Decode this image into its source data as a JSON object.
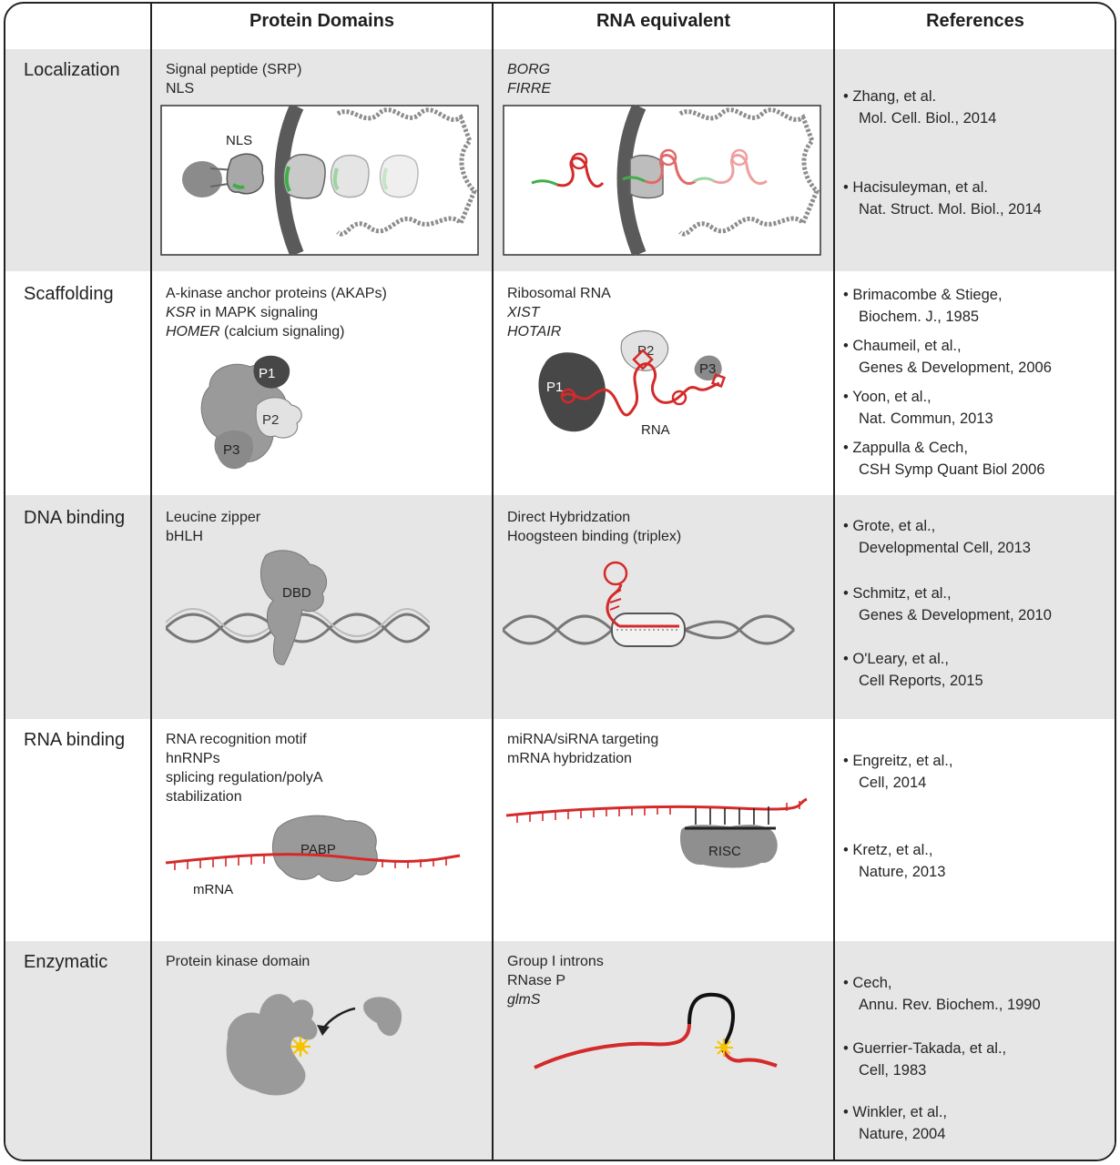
{
  "headers": {
    "protein": "Protein Domains",
    "rna": "RNA equivalent",
    "refs": "References"
  },
  "rows": [
    {
      "category": "Localization",
      "protein": [
        {
          "text": "Signal peptide (SRP)"
        },
        {
          "text": "NLS"
        }
      ],
      "rna": [
        {
          "text": "BORG",
          "italic": true
        },
        {
          "text": "FIRRE",
          "italic": true
        }
      ],
      "refs": [
        {
          "author": "Zhang, et al.",
          "source": "Mol. Cell. Biol., 2014"
        },
        {
          "author": "Hacisuleyman, et al.",
          "source": "Nat. Struct. Mol. Biol., 2014"
        }
      ],
      "labels": {
        "nls": "NLS"
      }
    },
    {
      "category": "Scaffolding",
      "protein": [
        {
          "text": "A-kinase anchor proteins (AKAPs)"
        },
        {
          "text": "KSR",
          "italic": true,
          "rest": " in MAPK signaling"
        },
        {
          "text": "HOMER",
          "italic": true,
          "rest": " (calcium signaling)"
        }
      ],
      "rna": [
        {
          "text": "Ribosomal RNA"
        },
        {
          "text": "XIST",
          "italic": true
        },
        {
          "text": "HOTAIR",
          "italic": true
        }
      ],
      "refs": [
        {
          "author": "Brimacombe & Stiege,",
          "source": "Biochem. J., 1985"
        },
        {
          "author": "Chaumeil, et al.,",
          "source": "Genes & Development, 2006"
        },
        {
          "author": "Yoon, et al.,",
          "source": "Nat. Commun, 2013"
        },
        {
          "author": "Zappulla & Cech,",
          "source": "CSH Symp Quant Biol 2006"
        }
      ],
      "labels": {
        "p1": "P1",
        "p2": "P2",
        "p3": "P3",
        "rna": "RNA"
      }
    },
    {
      "category": "DNA binding",
      "protein": [
        {
          "text": "Leucine zipper"
        },
        {
          "text": "bHLH"
        }
      ],
      "rna": [
        {
          "text": "Direct Hybridzation"
        },
        {
          "text": "Hoogsteen binding (triplex)"
        }
      ],
      "refs": [
        {
          "author": "Grote, et al.,",
          "source": "Developmental Cell, 2013"
        },
        {
          "author": "Schmitz, et al.,",
          "source": "Genes & Development, 2010"
        },
        {
          "author": "O'Leary, et al.,",
          "source": "Cell Reports, 2015"
        }
      ],
      "labels": {
        "dbd": "DBD"
      }
    },
    {
      "category": "RNA binding",
      "protein": [
        {
          "text": "RNA recognition motif"
        },
        {
          "text": "hnRNPs"
        },
        {
          "text": "splicing regulation/polyA"
        },
        {
          "text": "stabilization"
        }
      ],
      "rna": [
        {
          "text": "miRNA/siRNA targeting"
        },
        {
          "text": "mRNA hybridzation"
        }
      ],
      "refs": [
        {
          "author": "Engreitz, et al.,",
          "source": "Cell, 2014"
        },
        {
          "author": "Kretz, et al.,",
          "source": "Nature, 2013"
        }
      ],
      "labels": {
        "pabp": "PABP",
        "mrna": "mRNA",
        "risc": "RISC"
      }
    },
    {
      "category": "Enzymatic",
      "protein": [
        {
          "text": "Protein kinase domain"
        }
      ],
      "rna": [
        {
          "text": "Group I introns"
        },
        {
          "text": "RNase P"
        },
        {
          "text": "glmS",
          "italic": true
        }
      ],
      "refs": [
        {
          "author": "Cech,",
          "source": "Annu. Rev. Biochem., 1990"
        },
        {
          "author": "Guerrier-Takada, et al.,",
          "source": "Cell, 1983"
        },
        {
          "author": "Winkler, et al.,",
          "source": "Nature, 2004"
        }
      ]
    }
  ],
  "colors": {
    "rna_red": "#d42a2a",
    "protein_grey": "#8f8f8f",
    "dark_grey": "#4a4a4a",
    "nls_green": "#3fae49",
    "spark": "#f5c400",
    "band": "#e6e6e6"
  }
}
